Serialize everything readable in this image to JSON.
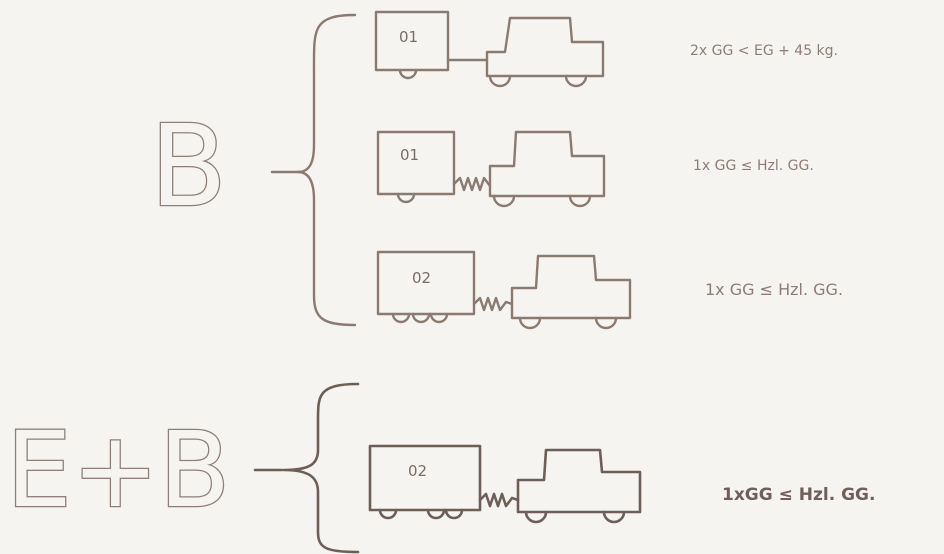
{
  "groups": [
    {
      "label": "B",
      "rows": [
        {
          "trailer_number": "01",
          "rule": "2x GG < EG + 45 kg."
        },
        {
          "trailer_number": "01",
          "rule": "1x GG ≤ Hzl. GG."
        },
        {
          "trailer_number": "02",
          "rule": "1x GG ≤ Hzl. GG."
        }
      ]
    },
    {
      "label": "E+B",
      "rows": [
        {
          "trailer_number": "02",
          "rule": "1xGG ≤ Hzl. GG."
        }
      ]
    }
  ]
}
